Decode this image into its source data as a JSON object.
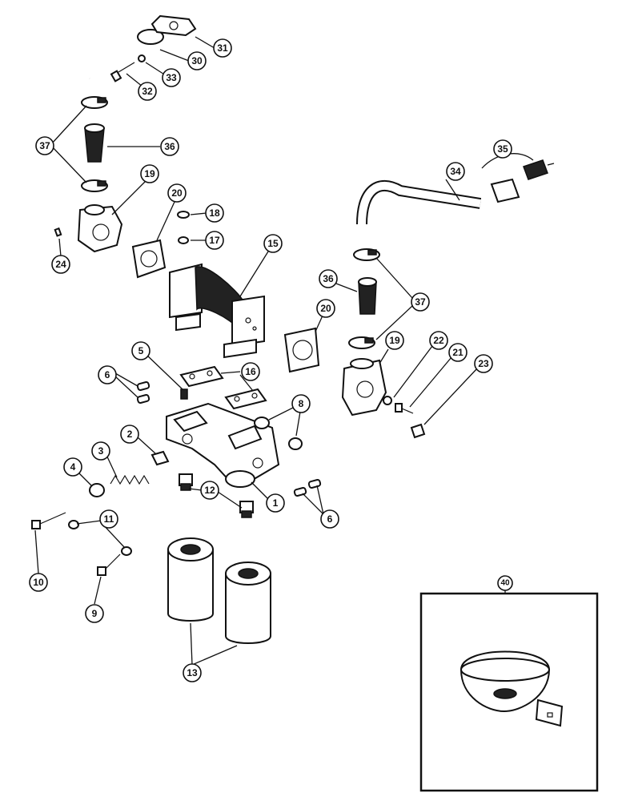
{
  "callouts": {
    "c1": "1",
    "c2": "2",
    "c3": "3",
    "c4": "4",
    "c5": "5",
    "c6a": "6",
    "c6b": "6",
    "c8": "8",
    "c9": "9",
    "c10": "10",
    "c11": "11",
    "c12": "12",
    "c13": "13",
    "c15": "15",
    "c16": "16",
    "c17": "17",
    "c18": "18",
    "c19a": "19",
    "c19b": "19",
    "c20a": "20",
    "c20b": "20",
    "c21": "21",
    "c22": "22",
    "c23": "23",
    "c24": "24",
    "c30": "30",
    "c31": "31",
    "c32": "32",
    "c33": "33",
    "c34": "34",
    "c35": "35",
    "c36a": "36",
    "c36b": "36",
    "c37a": "37",
    "c37b": "37",
    "c40": "40"
  }
}
